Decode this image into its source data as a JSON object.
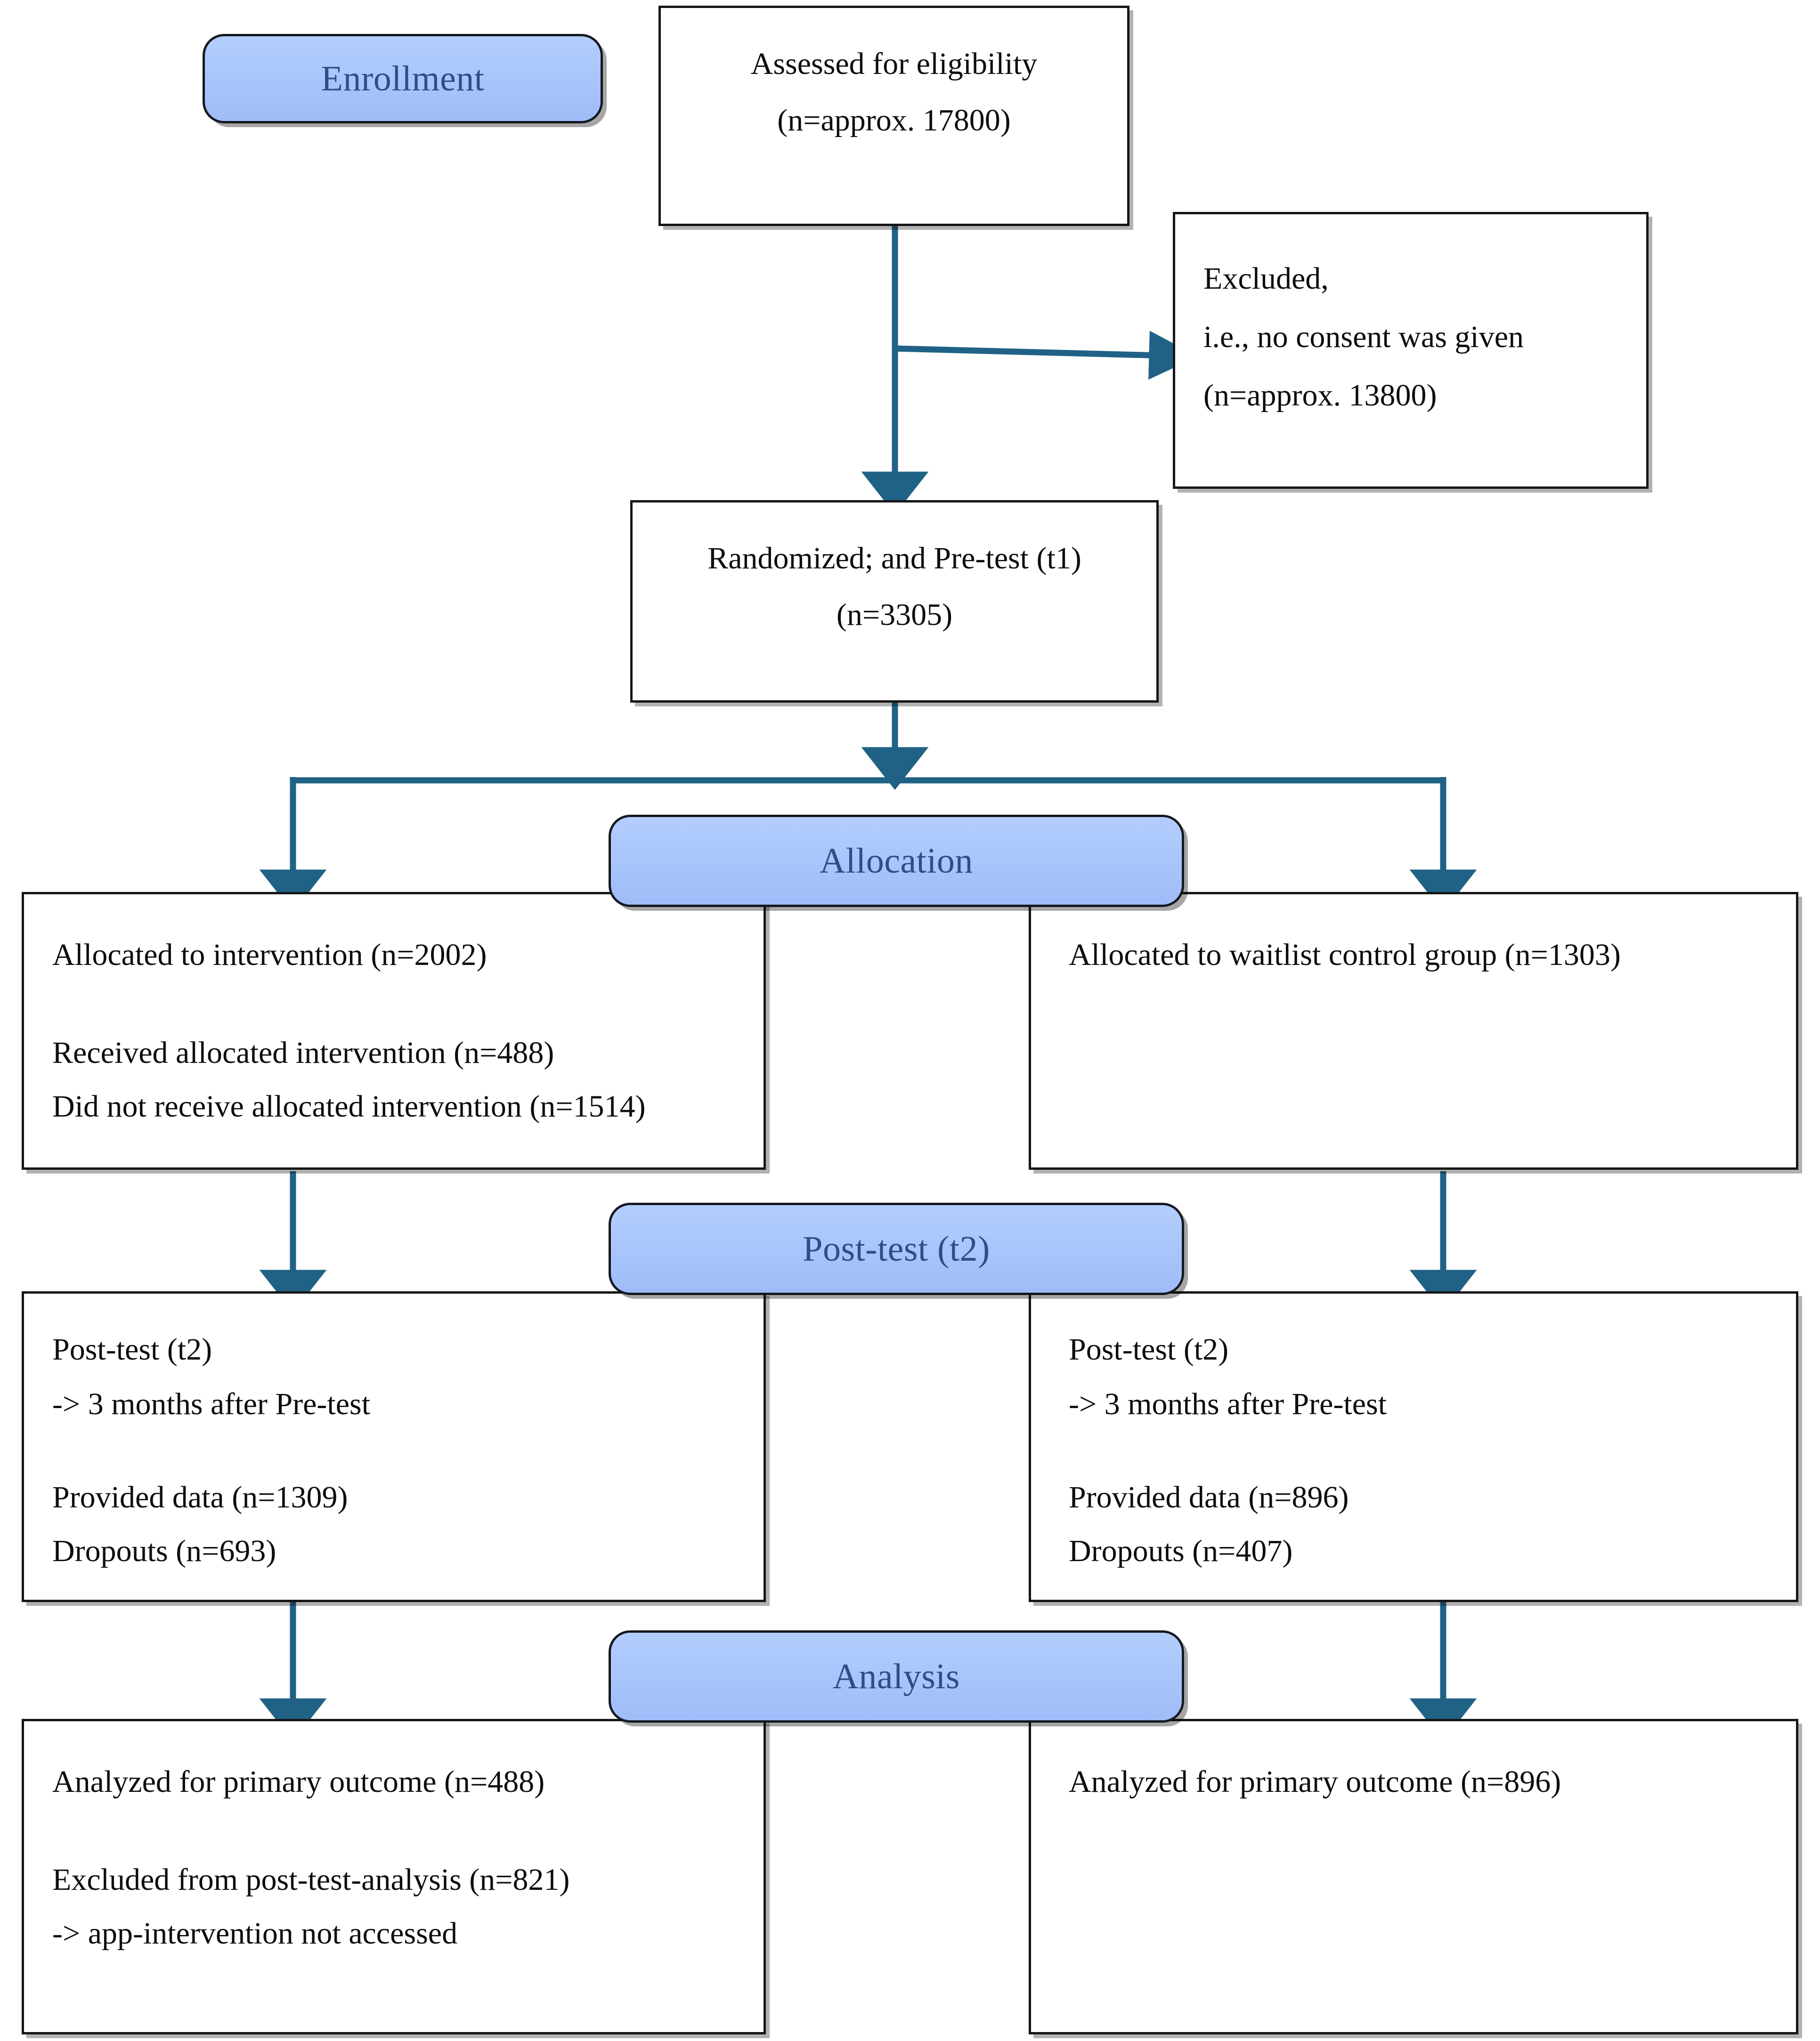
{
  "diagram": {
    "title": "CONSORT participant flow diagram",
    "colors": {
      "badge_fill": "#a8c4fb",
      "badge_text": "#2b4f86",
      "box_border": "#161616",
      "connector": "#206286",
      "background": "#ffffff"
    }
  },
  "stages": {
    "enrollment": "Enrollment",
    "allocation": "Allocation",
    "post_test": "Post-test (t2)",
    "analysis": "Analysis"
  },
  "boxes": {
    "eligibility": {
      "lines": [
        "Assessed for eligibility",
        "(n=approx. 17800)"
      ]
    },
    "excluded": {
      "lines": [
        "Excluded,",
        "i.e., no consent was given",
        "(n=approx. 13800)"
      ]
    },
    "randomized": {
      "lines": [
        "Randomized; and Pre-test (t1)",
        "(n=3305)"
      ]
    },
    "alloc_intervention": {
      "lines": [
        "Allocated to intervention (n=2002)",
        "",
        "Received allocated intervention (n=488)",
        "Did not receive allocated intervention (n=1514)"
      ]
    },
    "alloc_control": {
      "lines": [
        "Allocated to waitlist control group (n=1303)"
      ]
    },
    "post_intervention": {
      "lines": [
        "Post-test (t2)",
        "-> 3 months after Pre-test",
        "",
        "Provided data (n=1309)",
        "Dropouts (n=693)"
      ]
    },
    "post_control": {
      "lines": [
        "Post-test (t2)",
        "-> 3 months after Pre-test",
        "",
        "Provided data (n=896)",
        "Dropouts (n=407)"
      ]
    },
    "analysis_intervention": {
      "lines": [
        "Analyzed for primary outcome (n=488)",
        "",
        "Excluded from post-test-analysis (n=821)",
        "-> app-intervention not accessed"
      ]
    },
    "analysis_control": {
      "lines": [
        "Analyzed for primary outcome (n=896)"
      ]
    }
  },
  "chart_data": {
    "type": "flowchart",
    "title": "CONSORT participant flow diagram",
    "nodes": [
      {
        "id": "eligibility",
        "stage": "Enrollment",
        "label": "Assessed for eligibility",
        "n": 17800,
        "n_text": "n=approx. 17800"
      },
      {
        "id": "excluded",
        "stage": "Enrollment",
        "label": "Excluded, i.e., no consent was given",
        "n": 13800,
        "n_text": "n=approx. 13800"
      },
      {
        "id": "randomized",
        "stage": "Enrollment",
        "label": "Randomized; and Pre-test (t1)",
        "n": 3305,
        "n_text": "n=3305"
      },
      {
        "id": "alloc_intervention",
        "stage": "Allocation",
        "label": "Allocated to intervention",
        "n": 2002,
        "sub": [
          {
            "label": "Received allocated intervention",
            "n": 488
          },
          {
            "label": "Did not receive allocated intervention",
            "n": 1514
          }
        ]
      },
      {
        "id": "alloc_control",
        "stage": "Allocation",
        "label": "Allocated to waitlist control group",
        "n": 1303,
        "sub": []
      },
      {
        "id": "post_intervention",
        "stage": "Post-test (t2)",
        "label": "Post-test (t2) -> 3 months after Pre-test",
        "sub": [
          {
            "label": "Provided data",
            "n": 1309
          },
          {
            "label": "Dropouts",
            "n": 693
          }
        ]
      },
      {
        "id": "post_control",
        "stage": "Post-test (t2)",
        "label": "Post-test (t2) -> 3 months after Pre-test",
        "sub": [
          {
            "label": "Provided data",
            "n": 896
          },
          {
            "label": "Dropouts",
            "n": 407
          }
        ]
      },
      {
        "id": "analysis_intervention",
        "stage": "Analysis",
        "label": "Analyzed for primary outcome",
        "n": 488,
        "sub": [
          {
            "label": "Excluded from post-test-analysis -> app-intervention not accessed",
            "n": 821
          }
        ]
      },
      {
        "id": "analysis_control",
        "stage": "Analysis",
        "label": "Analyzed for primary outcome",
        "n": 896,
        "sub": []
      }
    ],
    "edges": [
      {
        "from": "eligibility",
        "to": "excluded"
      },
      {
        "from": "eligibility",
        "to": "randomized"
      },
      {
        "from": "randomized",
        "to": "alloc_intervention"
      },
      {
        "from": "randomized",
        "to": "alloc_control"
      },
      {
        "from": "alloc_intervention",
        "to": "post_intervention"
      },
      {
        "from": "alloc_control",
        "to": "post_control"
      },
      {
        "from": "post_intervention",
        "to": "analysis_intervention"
      },
      {
        "from": "post_control",
        "to": "analysis_control"
      }
    ]
  }
}
